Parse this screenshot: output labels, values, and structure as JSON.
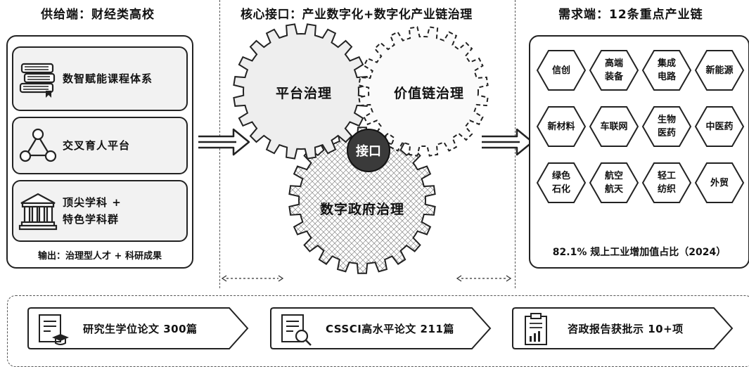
{
  "headers": {
    "supply": "供给端：财经类高校",
    "core": "核心接口：产业数字化+数字化产业链治理",
    "demand": "需求端：12条重点产业链"
  },
  "supply": {
    "cards": [
      {
        "label": "数智赋能课程体系",
        "icon": "books-icon"
      },
      {
        "label": "交叉育人平台",
        "icon": "triangle-network-icon"
      },
      {
        "label": "顶尖学科 +\n特色学科群",
        "icon": "institution-building-icon"
      }
    ],
    "output": "输出：治理型人才 + 科研成果"
  },
  "core": {
    "gears": [
      "平台治理",
      "价值链治理",
      "数字政府治理"
    ],
    "interface": "接口"
  },
  "demand": {
    "chains": [
      "信创",
      "高端\n装备",
      "集成\n电路",
      "新能源",
      "新材料",
      "车联网",
      "生物\n医药",
      "中医药",
      "绿色\n石化",
      "航空\n航天",
      "轻工\n纺织",
      "外贸"
    ],
    "stat": "82.1% 规上工业增加值占比（2024）"
  },
  "outputs": [
    {
      "label": "研究生学位论文 300篇",
      "icon": "document-graduation-icon"
    },
    {
      "label": "CSSCI高水平论文 211篇",
      "icon": "document-search-icon"
    },
    {
      "label": "咨政报告获批示 10+项",
      "icon": "clipboard-chart-icon"
    }
  ]
}
